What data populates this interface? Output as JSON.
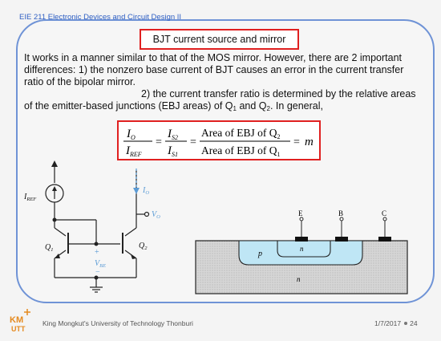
{
  "header": {
    "course": "EIE 211 Electronic Devices and Circuit Design II",
    "title": "BJT current source and mirror"
  },
  "body": {
    "para1": "It works in a manner similar to that of the MOS mirror. However, there are 2 important differences: 1) the nonzero base current of BJT causes an error in the current transfer ratio of the bipolar mirror.",
    "para2_a": "2) the current transfer ratio is determined by the relative areas of the emitter-based junctions  (EBJ areas) of Q",
    "para2_sub1": "1",
    "para2_b": " and Q",
    "para2_sub2": "2",
    "para2_c": ". In general,"
  },
  "equation": {
    "io": "I",
    "io_sub": "O",
    "iref": "I",
    "iref_sub": "REF",
    "is2": "I",
    "is2_sub": "S2",
    "is1": "I",
    "is1_sub": "S1",
    "area_num": "Area of EBJ of Q",
    "area_num_sub": "2",
    "area_den": "Area of EBJ of Q",
    "area_den_sub": "1",
    "equals": "=",
    "m": "m"
  },
  "circuit": {
    "iref_label": "I",
    "iref_sub": "REF",
    "io_label": "I",
    "io_sub": "O",
    "vo_label": "V",
    "vo_sub": "O",
    "q1_label": "Q",
    "q1_sub": "1",
    "q2_label": "Q",
    "q2_sub": "2",
    "vbe_label": "V",
    "vbe_sub": "BE",
    "plus": "+",
    "minus": "−"
  },
  "device": {
    "terminal_e": "E",
    "terminal_b": "B",
    "terminal_c": "C",
    "region_p": "p",
    "region_n_emitter": "n",
    "region_n_sub": "n"
  },
  "footer": {
    "logo_line1": "KM",
    "logo_line2": "UTT",
    "institution": "King Mongkut's University of Technology Thonburi",
    "date": "1/7/2017",
    "page": "24"
  },
  "colors": {
    "accent_blue": "#2f5fc3",
    "frame_blue": "#6f93d6",
    "box_red": "#e02020",
    "current_blue": "#5b9bd5",
    "p_region": "#bfe6f5"
  }
}
